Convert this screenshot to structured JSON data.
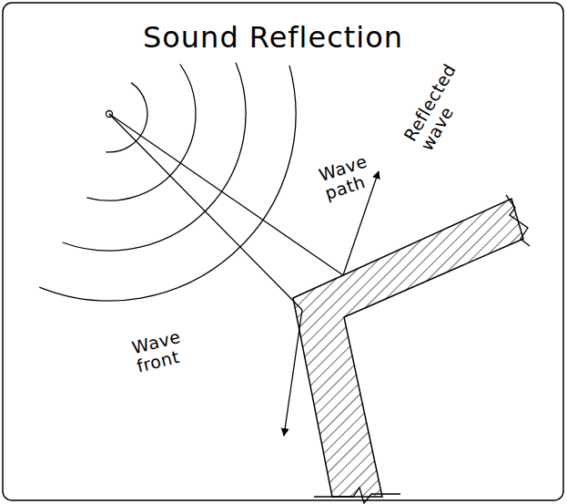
{
  "diagram": {
    "title": "Sound Reflection",
    "labels": [
      "Wave path",
      "Reflected wave",
      "Wave front"
    ]
  }
}
